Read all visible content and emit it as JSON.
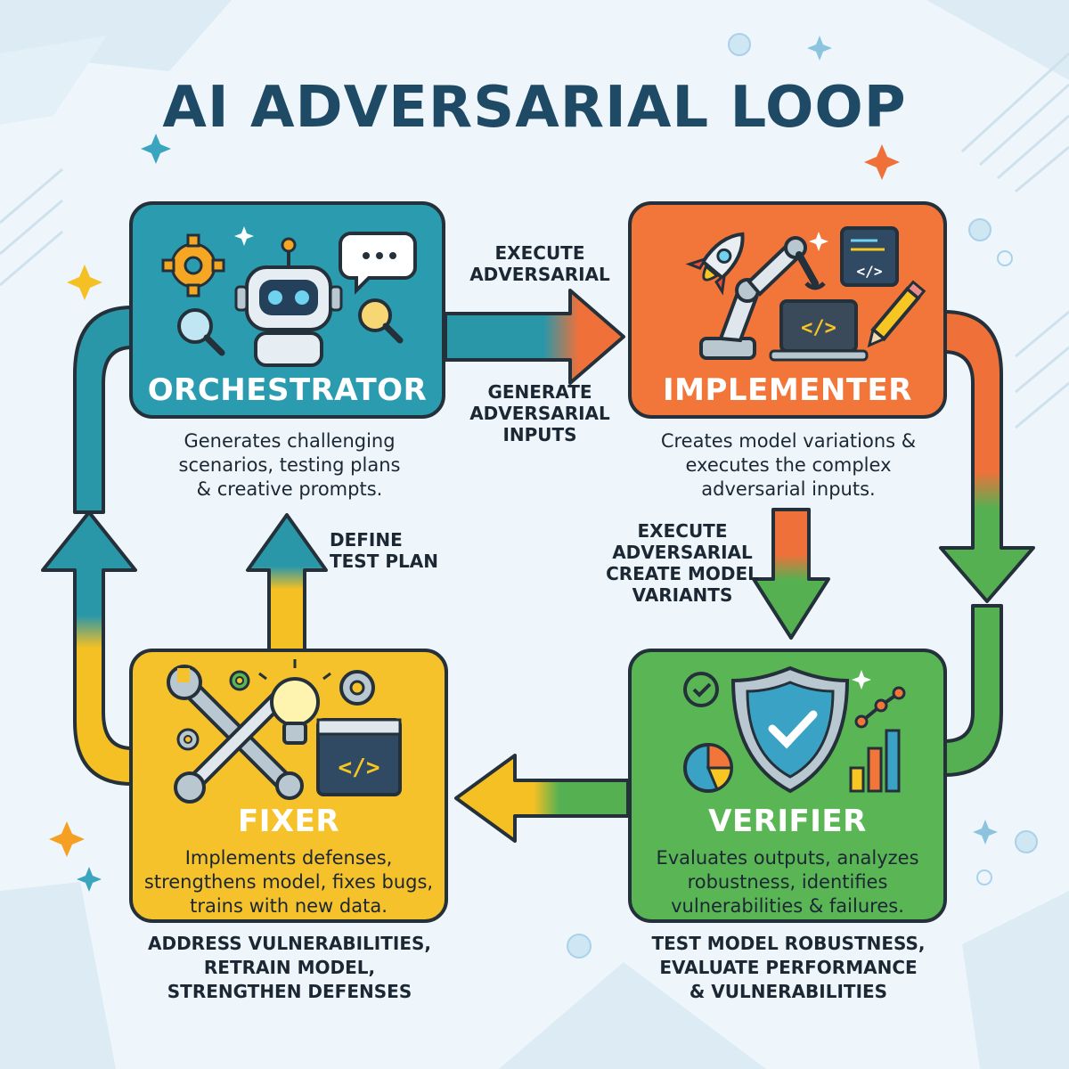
{
  "title": "AI ADVERSARIAL LOOP",
  "colors": {
    "orchestrator": "#2b9cb0",
    "implementer": "#f2763a",
    "verifier": "#5ab655",
    "fixer": "#f6c22c",
    "teal_arrow": "#2a97a9",
    "orange_arrow": "#f0703a",
    "green_arrow": "#55b052",
    "yellow_arrow": "#f5c023",
    "outline": "#24303a",
    "title": "#1f4a66"
  },
  "nodes": {
    "orchestrator": {
      "title": "ORCHESTRATOR",
      "description_lines": [
        "Generates challenging",
        "scenarios, testing plans",
        "& creative prompts."
      ],
      "icons": [
        "gear-icon",
        "robot-icon",
        "chat-bubble-icon",
        "magnifier-icon"
      ]
    },
    "implementer": {
      "title": "IMPLEMENTER",
      "description_lines": [
        "Creates  model variations &",
        "executes the complex",
        "adversarial inputs."
      ],
      "icons": [
        "rocket-icon",
        "robot-arm-icon",
        "laptop-code-icon",
        "code-window-icon",
        "pencil-icon"
      ]
    },
    "verifier": {
      "title": "VERIFIER",
      "description_lines": [
        "Evaluates outputs, analyzes",
        "robustness, identifies",
        "vulnerabilities & failures."
      ],
      "icons": [
        "check-circle-icon",
        "shield-check-icon",
        "pie-chart-icon",
        "bar-chart-icon",
        "line-graph-icon"
      ]
    },
    "fixer": {
      "title": "FIXER",
      "description_lines": [
        "Implements defenses,",
        "strengthens model, fixes bugs,",
        "trains with new data."
      ],
      "icons": [
        "wrench-screwdriver-icon",
        "lightbulb-icon",
        "gear-icon",
        "code-window-icon"
      ]
    }
  },
  "edge_labels": {
    "orch_to_impl_top": [
      "EXECUTE",
      "ADVERSARIAL"
    ],
    "orch_to_impl_bottom": [
      "GENERATE",
      "ADVERSARIAL",
      "INPUTS"
    ],
    "impl_to_verifier": [
      "EXECUTE",
      "ADVERSARIAL",
      "CREATE MODEL",
      "VARIANTS"
    ],
    "fixer_to_orch": [
      "DEFINE",
      "TEST PLAN"
    ]
  },
  "footers": {
    "fixer": [
      "ADDRESS VULNERABILITIES,",
      "RETRAIN MODEL,",
      "STRENGTHEN DEFENSES"
    ],
    "verifier": [
      "TEST MODEL ROBUSTNESS,",
      "EVALUATE PERFORMANCE",
      "& VULNERABILITIES"
    ]
  }
}
